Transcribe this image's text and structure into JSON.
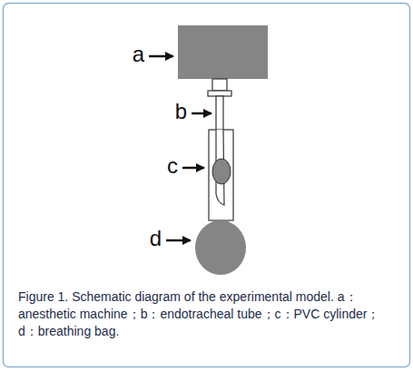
{
  "diagram": {
    "caption": "Figure 1. Schematic diagram of the experimental model. a：anesthetic machine；b：endotracheal tube；c：PVC cylinder；d：breathing bag.",
    "labels": [
      "a",
      "b",
      "c",
      "d"
    ]
  }
}
